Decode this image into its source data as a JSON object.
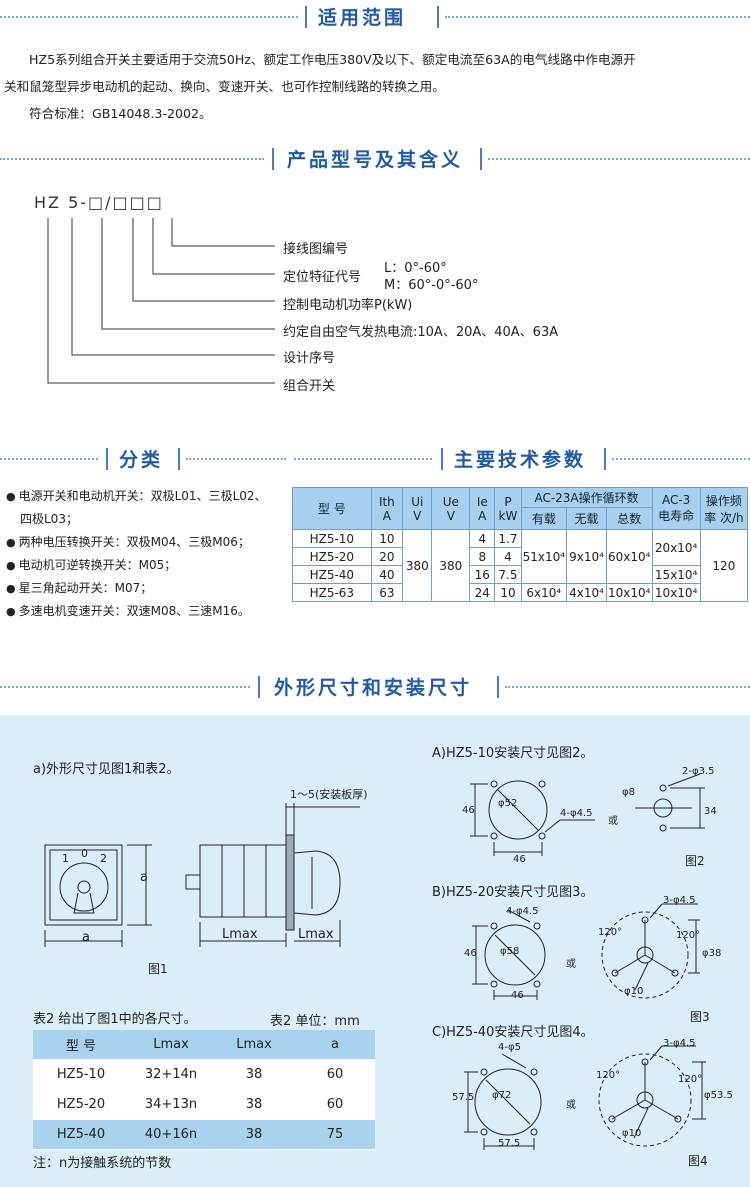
{
  "sections": {
    "scope_title": "适用范围",
    "model_title": "产品型号及其含义",
    "class_title": "分类",
    "tech_title": "主要技术参数",
    "dims_title": "外形尺寸和安装尺寸"
  },
  "scope": {
    "line1": "HZ5系列组合开关主要适用于交流50Hz、额定工作电压380V及以下、额定电流至63A的电气线路中作电源开",
    "line2": "关和鼠笼型异步电动机的起动、换向、变速开关、也可作控制线路的转换之用。",
    "line3": "符合标准：GB14048.3-2002。"
  },
  "model": {
    "code": "HZ 5-□/□□□",
    "items": [
      "接线图编号",
      "定位特征代号",
      "控制电动机功率P(kW)",
      "约定自由空气发热电流:10A、20A、40A、63A",
      "设计序号",
      "组合开关"
    ],
    "pos_l": "L：0°-60°",
    "pos_m": "M：60°-0°-60°"
  },
  "classification": [
    "电源开关和电动机开关：双极L01、三极L02、",
    "四极L03；",
    "两种电压转换开关：双极M04、三极M06；",
    "电动机可逆转换开关：M05；",
    "星三角起动开关：M07；",
    "多速电机变速开关：双速M08、三速M16。"
  ],
  "tech": {
    "h_model": "型 号",
    "h_ith": "Ith",
    "u_ith": "A",
    "h_ui": "Ui",
    "u_ui": "V",
    "h_ue": "Ue",
    "u_ue": "V",
    "h_ie": "Ie",
    "u_ie": "A",
    "h_p": "P",
    "u_p": "kW",
    "h_ac23": "AC-23A操作循环数",
    "h_load": "有载",
    "h_noload": "无载",
    "h_total": "总数",
    "h_ac3": "AC-3",
    "h_ac3b": "电寿命",
    "h_freq": "操作频",
    "h_freqb": "率 次/h",
    "models": [
      "HZ5-10",
      "HZ5-20",
      "HZ5-40",
      "HZ5-63"
    ],
    "ith": [
      "10",
      "20",
      "40",
      "63"
    ],
    "ui": "380",
    "ue": "380",
    "ie": [
      "4",
      "8",
      "16",
      "24"
    ],
    "p": [
      "1.7",
      "4",
      "7.5",
      "10"
    ],
    "load_a": "51x10⁴",
    "noload_a": "9x10⁴",
    "total_a": "60x10⁴",
    "load_b": "6x10⁴",
    "noload_b": "4x10⁴",
    "total_b": "10x10⁴",
    "ac3_a": "20x10⁴",
    "ac3_b": "15x10⁴",
    "ac3_c": "10x10⁴",
    "freq": "120"
  },
  "dims": {
    "a_text": "a)外形尺寸见图1和表2。",
    "plate": "1～5(安装板厚)",
    "fig1": "图1",
    "lmax": "Lmax",
    "dim_a": "a",
    "sw_1": "1",
    "sw_0": "0",
    "sw_2": "2",
    "t2_note": "表2 给出了图1中的各尺寸。",
    "t2_unit": "表2  单位：mm",
    "t2_head": [
      "型 号",
      "Lmax",
      "Lmax",
      "a"
    ],
    "t2_rows": [
      [
        "HZ5-10",
        "32+14n",
        "38",
        "60"
      ],
      [
        "HZ5-20",
        "34+13n",
        "38",
        "60"
      ],
      [
        "HZ5-40",
        "40+16n",
        "38",
        "75"
      ]
    ],
    "note": "注：n为接触系统的节数",
    "A_text": "A)HZ5-10安装尺寸见图2。",
    "B_text": "B)HZ5-20安装尺寸见图3。",
    "C_text": "C)HZ5-40安装尺寸见图4。",
    "fig2": "图2",
    "fig3": "图3",
    "fig4": "图4",
    "or": "或",
    "f2_d52": "φ52",
    "f2_46a": "46",
    "f2_46b": "46",
    "f2_hole": "4-φ4.5",
    "f2_phi8": "φ8",
    "f2_2hole": "2-φ3.5",
    "f2_34": "34",
    "f3_hole": "4-φ4.5",
    "f3_d58": "φ58",
    "f3_46a": "46",
    "f3_46b": "46",
    "f3_3hole": "3-φ4.5",
    "f3_120a": "120°",
    "f3_120b": "120°",
    "f3_38": "φ38",
    "f3_10": "φ10",
    "f4_hole": "4-φ5",
    "f4_d72": "φ72",
    "f4_575a": "57.5",
    "f4_575b": "57.5",
    "f4_3hole": "3-φ4.5",
    "f4_120a": "120°",
    "f4_120b": "120°",
    "f4_535": "φ53.5",
    "f4_10": "φ10"
  }
}
